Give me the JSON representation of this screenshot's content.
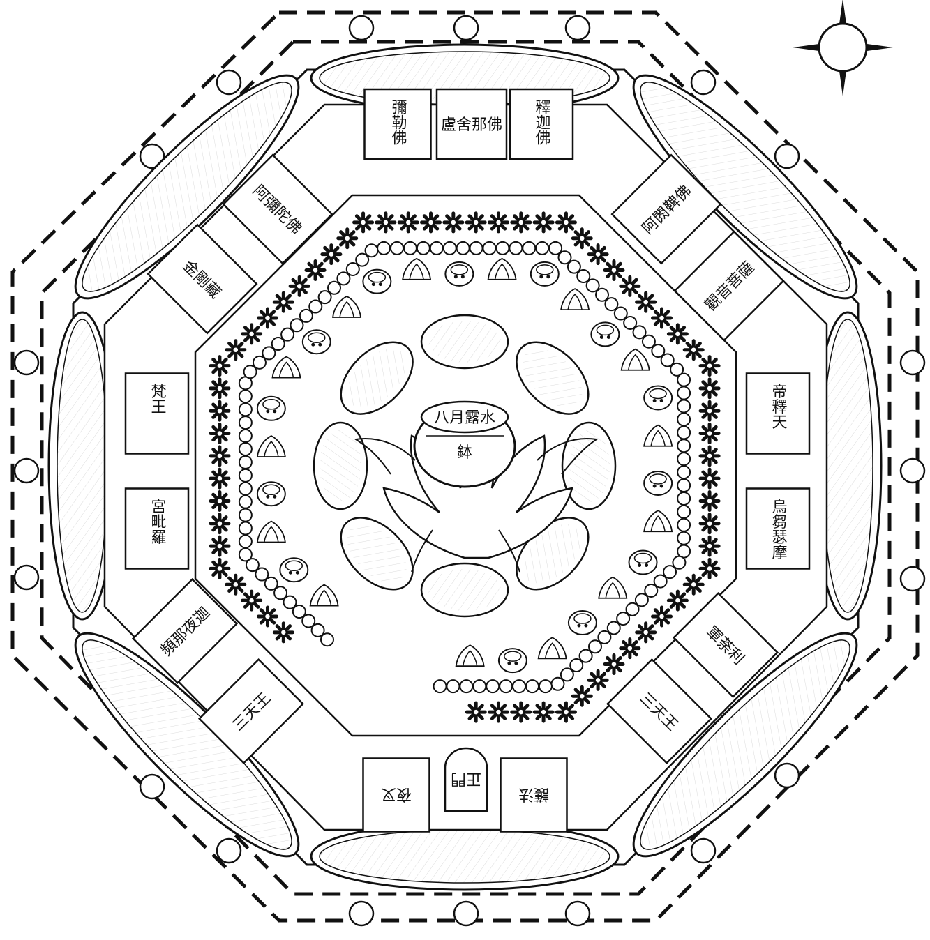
{
  "diagram": {
    "compass": {
      "icon": "compass-rose-icon"
    },
    "central_bowl": {
      "label_top": "八月露水",
      "label_bottom": "鉢"
    },
    "plaques": [
      {
        "id": "maitreya",
        "text": "彌勒佛"
      },
      {
        "id": "vairocana",
        "text": "盧舍那佛"
      },
      {
        "id": "shakyamuni",
        "text": "釋迦佛"
      },
      {
        "id": "amitabha",
        "text": "阿彌陀佛"
      },
      {
        "id": "akshobhya",
        "text": "阿閦鞞佛"
      },
      {
        "id": "avalokiteshvara",
        "text": "觀音菩薩"
      },
      {
        "id": "vajrapani",
        "text": "金剛藏"
      },
      {
        "id": "indra",
        "text": "帝釋天"
      },
      {
        "id": "brahma",
        "text": "梵王"
      },
      {
        "id": "kumbhira",
        "text": "宮毗羅"
      },
      {
        "id": "kundali",
        "text": "烏芻瑟摩"
      },
      {
        "id": "kundali2",
        "text": "軍荼利"
      },
      {
        "id": "vinayaka",
        "text": "頻那夜迦"
      },
      {
        "id": "heavenly-king-left",
        "text": "三天王"
      },
      {
        "id": "heavenly-king-right",
        "text": "三天王"
      },
      {
        "id": "guardian-left",
        "text": "夜叉"
      },
      {
        "id": "guardian-right",
        "text": "護法"
      },
      {
        "id": "main-gate",
        "text": "正門"
      }
    ]
  }
}
